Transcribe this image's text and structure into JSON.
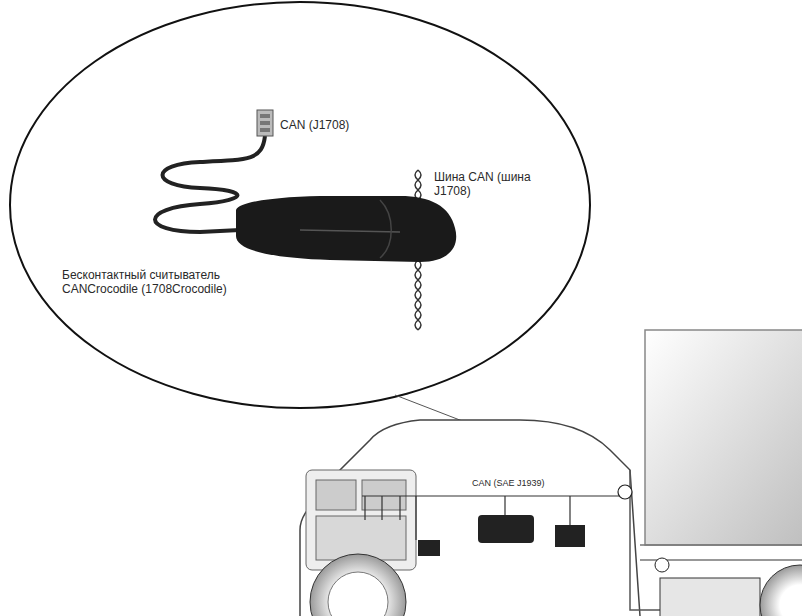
{
  "diagram": {
    "labels": [
      "CAN (J1708)",
      "Шина CAN (шина J1708)",
      "Бесконтактный считыватель CANCrocodile (1708Crocodile)",
      "CAN (SAE J1939)"
    ]
  }
}
